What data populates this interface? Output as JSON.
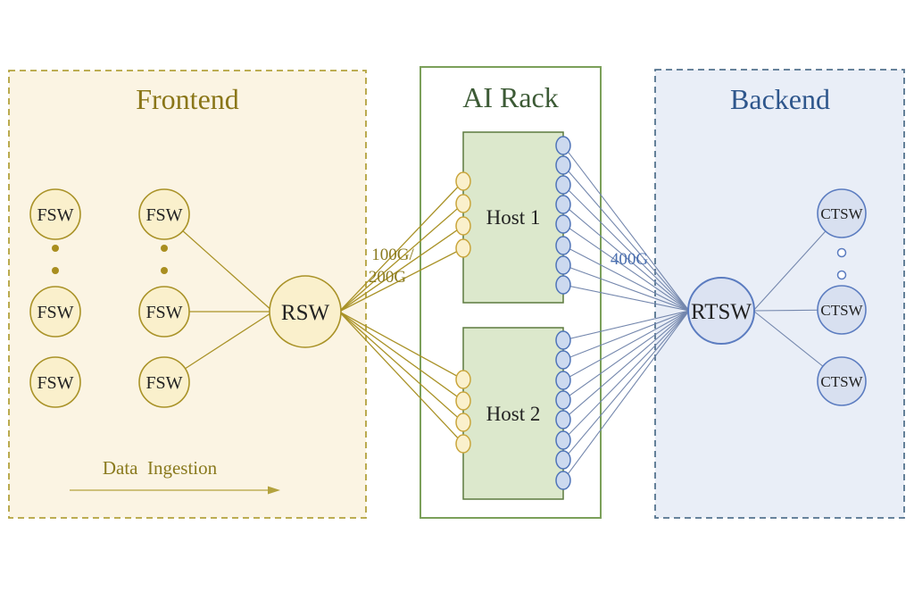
{
  "frontend": {
    "title": "Frontend",
    "fsw_label": "FSW",
    "rsw_label": "RSW",
    "link_speed_line1": "100G/",
    "link_speed_line2": "200G",
    "data_ingestion_label": "Data  Ingestion"
  },
  "ai_rack": {
    "title": "AI Rack",
    "host1_label": "Host 1",
    "host2_label": "Host 2"
  },
  "backend": {
    "title": "Backend",
    "rtsw_label": "RTSW",
    "ctsw_label": "CTSW",
    "link_speed": "400G"
  },
  "colors": {
    "frontend_bg": "#fbf4e3",
    "frontend_border": "#b3a23d",
    "frontend_title": "#8a7618",
    "olive_node_fill": "#faf0cc",
    "olive_node_stroke": "#a99227",
    "olive_link": "#a99227",
    "olive_label": "#8a7a1e",
    "ai_rack_border": "#7ba05a",
    "ai_rack_title": "#3c5a35",
    "host_fill": "#dce8cc",
    "host_stroke": "#5d7a3e",
    "port_yellow_fill": "#faf0cc",
    "port_yellow_stroke": "#c9a53b",
    "port_blue_fill": "#ccd9ef",
    "port_blue_stroke": "#4f74b8",
    "backend_bg": "#e9eef7",
    "backend_border": "#54738e",
    "backend_title": "#2e568c",
    "blue_node_fill": "#dce3f2",
    "blue_node_stroke": "#5b7cc0",
    "blue_link": "#7487ad",
    "blue_label": "#4a6fb0"
  }
}
